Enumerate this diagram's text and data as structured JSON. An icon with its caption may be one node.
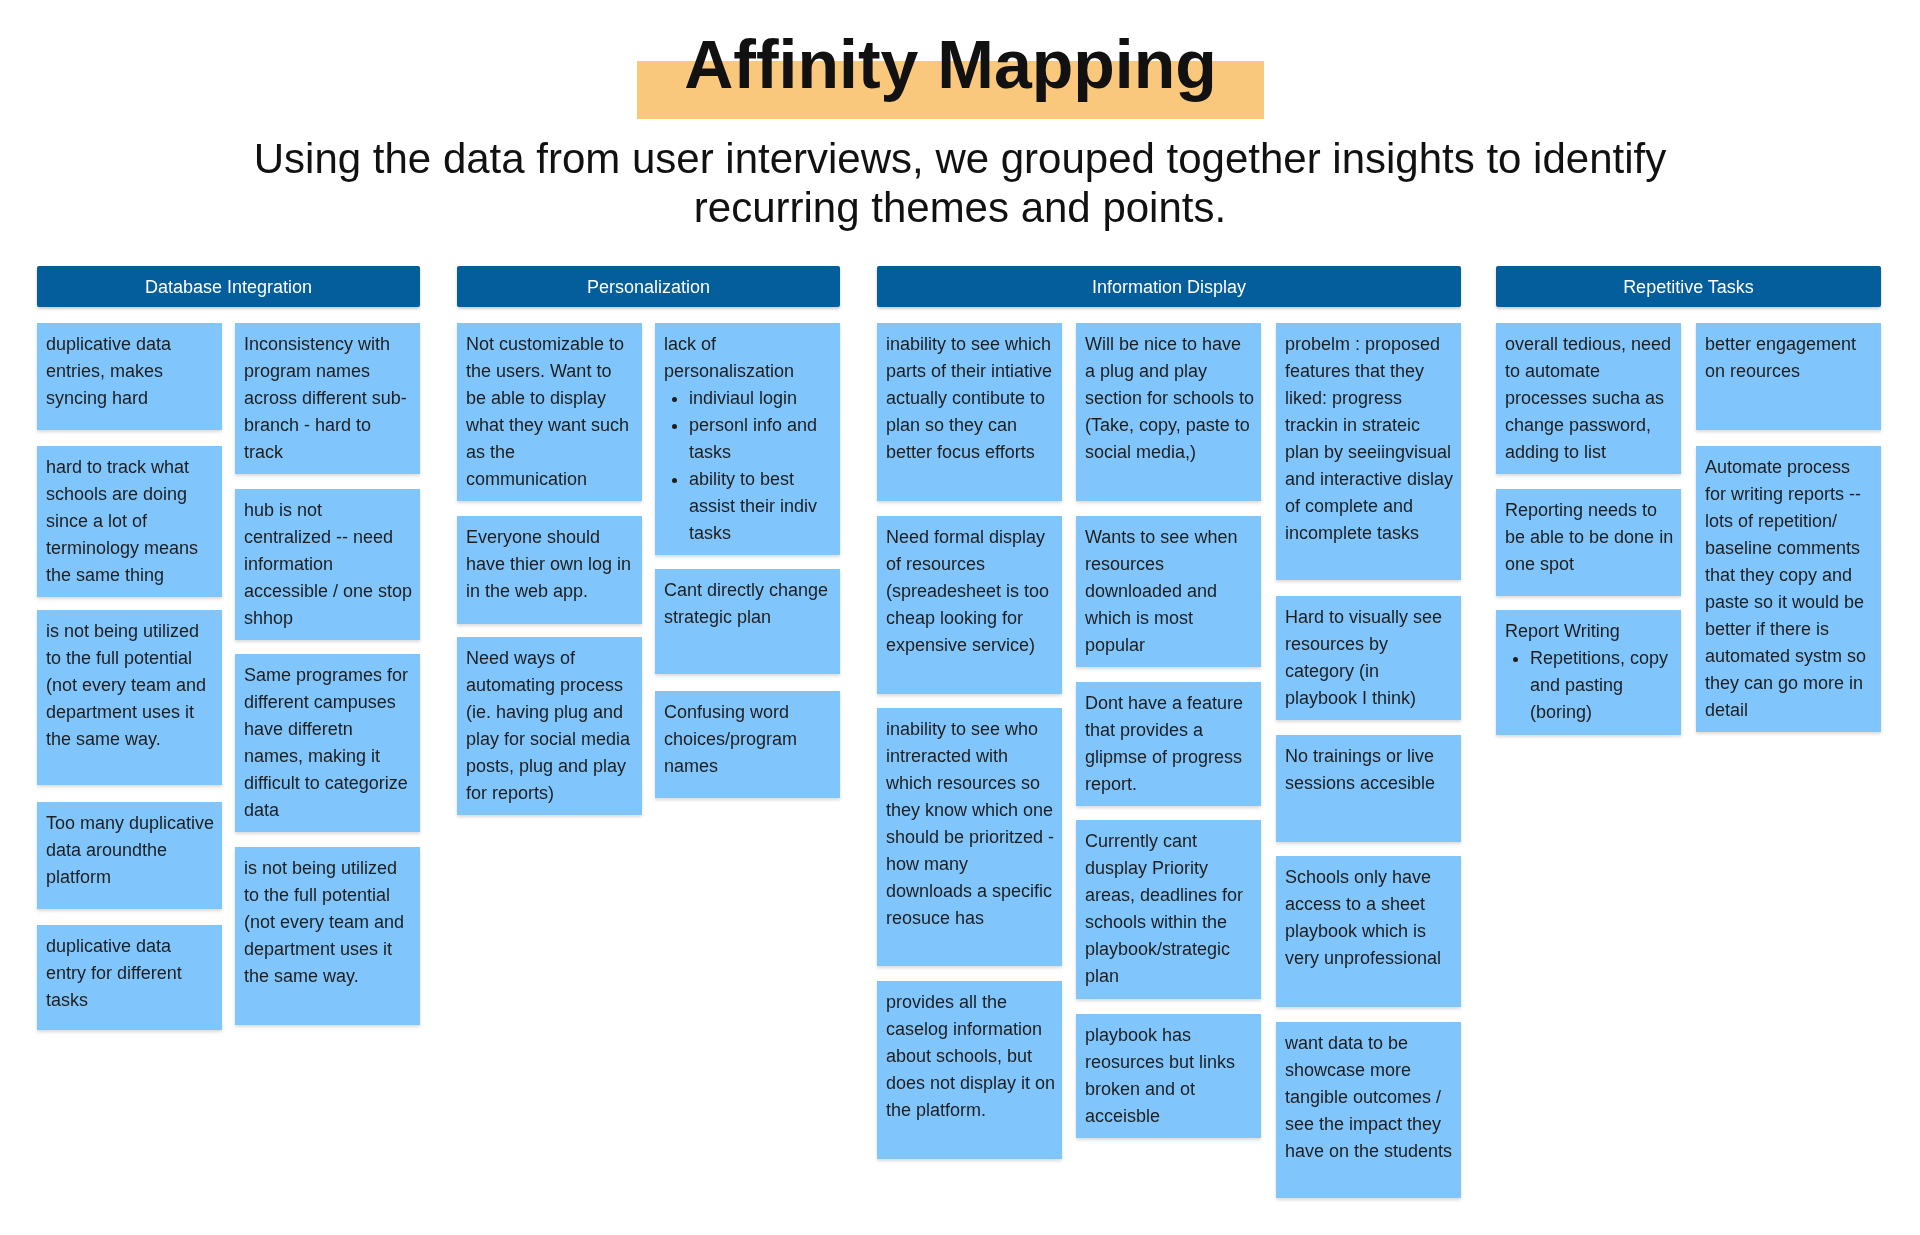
{
  "diagram": {
    "title": "Affinity Mapping",
    "nodes": [
      {
        "text": [
          "Database Integration"
        ]
      },
      {
        "text": [
          "duplicative data entries, makes syncing hard"
        ]
      },
      {
        "text": [
          "hard to track what schools are doing since a lot of terminology means the same thing"
        ]
      },
      {
        "text": [
          "is not being utilized to the full potential (not every team and department uses it the same way."
        ]
      },
      {
        "text": [
          "Too many duplicative data aroundthe platform"
        ]
      },
      {
        "text": [
          "duplicative data entry for different tasks"
        ]
      },
      {
        "text": [
          "Inconsistency with program names across different sub-branch - hard to track"
        ]
      },
      {
        "text": [
          "hub is not centralized -- need information accessible / one stop shhop"
        ]
      },
      {
        "text": [
          "Same programes for different campuses have differetn names, making it difficult to categorize data"
        ]
      },
      {
        "text": [
          "is not being utilized to the full potential (not every team and department uses it the same way."
        ]
      },
      {
        "text": [
          "Personalization"
        ]
      },
      {
        "text": [
          "Not customizable to the users. Want to be able to display what they want such as the communication"
        ]
      },
      {
        "text": [
          "Everyone should have thier own log in in the web app."
        ]
      },
      {
        "text": [
          "Need ways of automating process (ie. having plug and play for social media posts, plug and play for reports)"
        ]
      },
      {
        "text": [
          "lack of personaliszation",
          "indiviaul login",
          "personl info and tasks",
          "ability to best assist their indiv tasks"
        ]
      },
      {
        "text": [
          "Cant directly change strategic plan"
        ]
      },
      {
        "text": [
          "Confusing word choices/program names"
        ]
      },
      {
        "text": [
          "Information Display"
        ]
      },
      {
        "text": [
          "inability to see which parts of their intiative actually contibute to plan so they can better focus efforts"
        ]
      },
      {
        "text": [
          "Need formal display of resources (spreadesheet is too cheap looking for expensive service)"
        ]
      },
      {
        "text": [
          "inability to see who intreracted with which resources so they know which one should be prioritzed -how many downloads a specific reosuce has"
        ]
      },
      {
        "text": [
          "provides all the caselog information about schools, but does not display it on the platform."
        ]
      },
      {
        "text": [
          "Will be nice to have a plug and play section for schools to (Take, copy, paste to social media,)"
        ]
      },
      {
        "text": [
          "Wants to see when resources downloaded and which is most popular"
        ]
      },
      {
        "text": [
          "Dont have a feature that provides a glipmse of progress report."
        ]
      },
      {
        "text": [
          "Currently cant dusplay Priority areas, deadlines for schools within the playbook/strategic plan"
        ]
      },
      {
        "text": [
          "playbook has reosurces but links broken and ot acceisble"
        ]
      },
      {
        "text": [
          "probelm : proposed features that they liked: progress trackin in strateic plan by seeiingvisual and interactive dislay of complete and incomplete tasks"
        ]
      },
      {
        "text": [
          "Hard to visually see resources by category (in playbook I think)"
        ]
      },
      {
        "text": [
          "No trainings or live sessions accesible"
        ]
      },
      {
        "text": [
          "Schools only have access to a sheet playbook which is very unprofessional"
        ]
      },
      {
        "text": [
          "want data to be showcase more tangible outcomes / see the impact they have on the students"
        ]
      },
      {
        "text": [
          "Repetitive Tasks"
        ]
      },
      {
        "text": [
          "overall tedious, need to automate processes sucha as change password, adding to list"
        ]
      },
      {
        "text": [
          "Reporting needs to be able to be done in one spot"
        ]
      },
      {
        "text": [
          "Report Writing",
          "Repetitions, copy and pasting (boring)"
        ]
      },
      {
        "text": [
          "better engagement on reources"
        ]
      },
      {
        "text": [
          "Automate process for writing reports -- lots of repetition/ baseline comments that they copy and paste so it would be better if there is automated systm so they can go more in detail"
        ]
      }
    ],
    "labels": [
      "Using the data from user interviews, we grouped together insights to identify recurring themes and points."
    ]
  }
}
